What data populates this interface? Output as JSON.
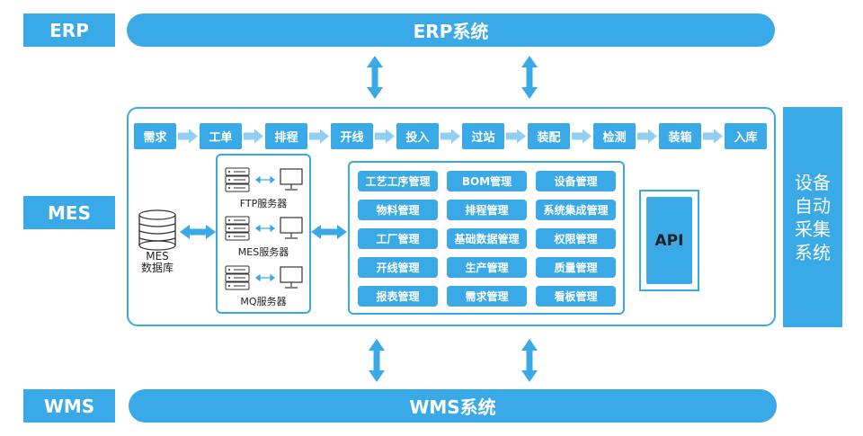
{
  "layers": {
    "erp_tag": "ERP",
    "mes_tag": "MES",
    "wms_tag": "WMS"
  },
  "systems": {
    "erp_bar": "ERP系统",
    "wms_bar": "WMS系统"
  },
  "process_steps": [
    "需求",
    "工单",
    "排程",
    "开线",
    "投入",
    "过站",
    "装配",
    "检测",
    "装箱",
    "入库"
  ],
  "database": {
    "line1": "MES",
    "line2": "数据库"
  },
  "servers": [
    "FTP服务器",
    "MES服务器",
    "MQ服务器"
  ],
  "modules": [
    [
      "工艺工序管理",
      "BOM管理",
      "设备管理"
    ],
    [
      "物料管理",
      "排程管理",
      "系统集成管理"
    ],
    [
      "工厂管理",
      "基础数据管理",
      "权限管理"
    ],
    [
      "开线管理",
      "生产管理",
      "质量管理"
    ],
    [
      "报表管理",
      "需求管理",
      "看板管理"
    ]
  ],
  "api": "API",
  "equipment": "设备\n自动\n采集\n系统",
  "colors": {
    "primary": "#3aa9e8",
    "arrow_light": "#8fd0f2"
  }
}
